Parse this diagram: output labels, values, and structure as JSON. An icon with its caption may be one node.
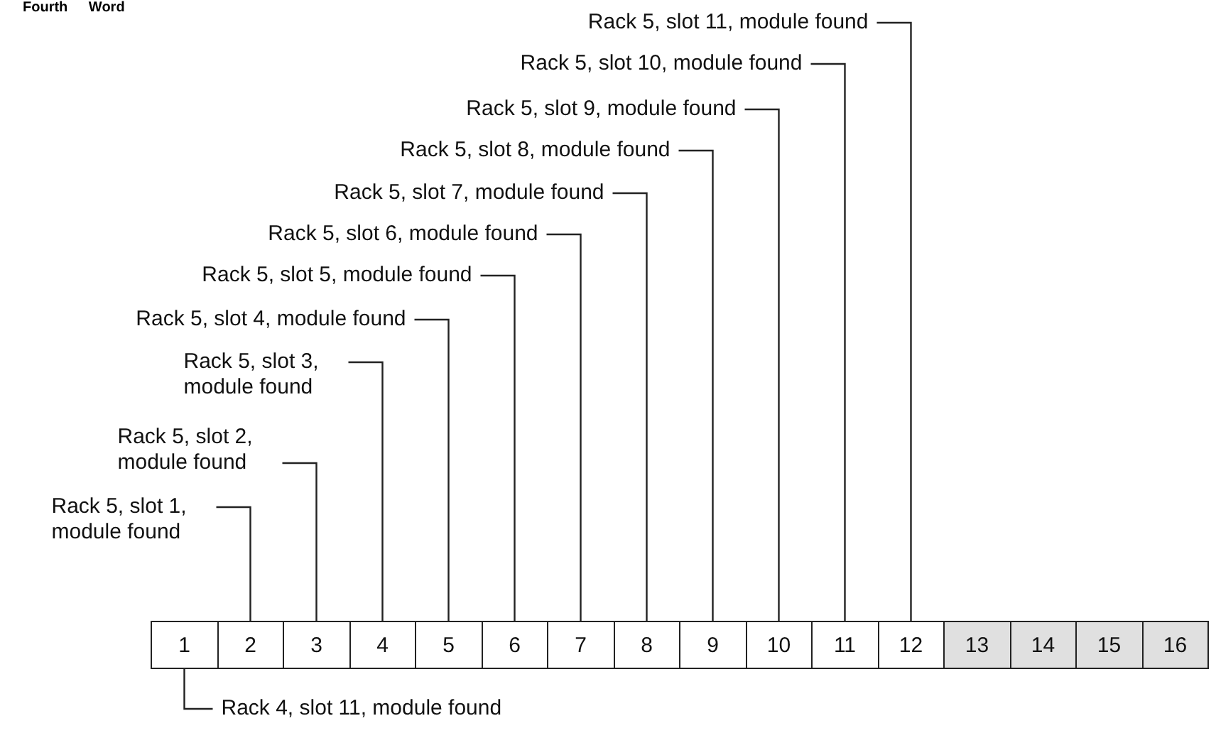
{
  "diagram": {
    "title": "Fourth Word",
    "nodes": [
      {
        "text": [
          "Rack 5, slot 11, module found"
        ]
      },
      {
        "text": [
          "Rack 5, slot 10, module found"
        ]
      },
      {
        "text": [
          "Rack 5, slot 9, module found"
        ]
      },
      {
        "text": [
          "Rack 5, slot 8, module found"
        ]
      },
      {
        "text": [
          "Rack 5, slot 7, module found"
        ]
      },
      {
        "text": [
          "Rack 5, slot 6, module found"
        ]
      },
      {
        "text": [
          "Rack 5, slot 5, module found"
        ]
      },
      {
        "text": [
          "Rack 5, slot 4, module found"
        ]
      },
      {
        "text": [
          "Rack 5, slot 3, module found"
        ]
      },
      {
        "text": [
          "Rack 5, slot 2, module found"
        ]
      },
      {
        "text": [
          "Rack 5, slot 1, module found"
        ]
      },
      {
        "text": [
          "1"
        ]
      },
      {
        "text": [
          "2"
        ]
      },
      {
        "text": [
          "3"
        ]
      },
      {
        "text": [
          "4"
        ]
      },
      {
        "text": [
          "5"
        ]
      },
      {
        "text": [
          "6"
        ]
      },
      {
        "text": [
          "7"
        ]
      },
      {
        "text": [
          "8"
        ]
      },
      {
        "text": [
          "9"
        ]
      },
      {
        "text": [
          "10"
        ]
      },
      {
        "text": [
          "11"
        ]
      },
      {
        "text": [
          "12"
        ]
      },
      {
        "text": [
          "13"
        ]
      },
      {
        "text": [
          "14"
        ]
      },
      {
        "text": [
          "15"
        ]
      },
      {
        "text": [
          "16"
        ]
      },
      {
        "text": [
          "Rack 4, slot 11, module found"
        ]
      }
    ],
    "edges": [
      {
        "from": 0,
        "to": 22,
        "arrow": "none"
      },
      {
        "from": 1,
        "to": 21,
        "arrow": "none"
      },
      {
        "from": 2,
        "to": 20,
        "arrow": "none"
      },
      {
        "from": 3,
        "to": 19,
        "arrow": "none"
      },
      {
        "from": 4,
        "to": 18,
        "arrow": "none"
      },
      {
        "from": 5,
        "to": 17,
        "arrow": "none"
      },
      {
        "from": 6,
        "to": 16,
        "arrow": "none"
      },
      {
        "from": 7,
        "to": 15,
        "arrow": "none"
      },
      {
        "from": 8,
        "to": 14,
        "arrow": "none"
      },
      {
        "from": 9,
        "to": 13,
        "arrow": "none"
      },
      {
        "from": 10,
        "to": 12,
        "arrow": "none"
      },
      {
        "from": 27,
        "to": 11,
        "arrow": "none"
      }
    ]
  }
}
